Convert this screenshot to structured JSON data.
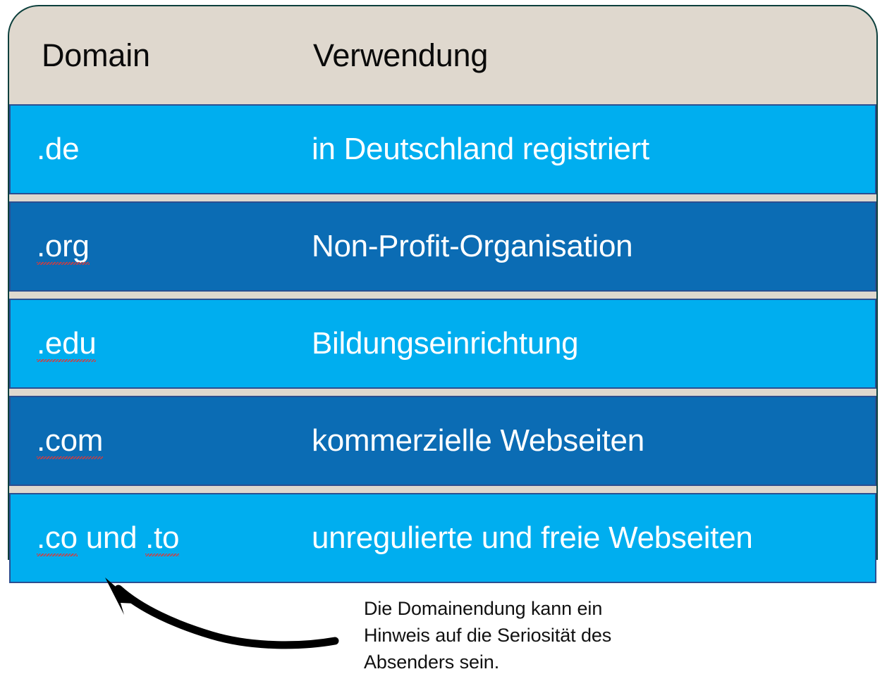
{
  "table": {
    "header": {
      "col_domain": "Domain",
      "col_usage": "Verwendung"
    },
    "rows": [
      {
        "domain": ".de",
        "usage": "in Deutschland registriert",
        "style": "light",
        "misspelled": false
      },
      {
        "domain": ".org",
        "usage": "Non-Profit-Organisation",
        "style": "dark",
        "misspelled": true
      },
      {
        "domain": ".edu",
        "usage": "Bildungseinrichtung",
        "style": "light",
        "misspelled": true
      },
      {
        "domain": ".com",
        "usage": "kommerzielle Webseiten",
        "style": "dark",
        "misspelled": true
      },
      {
        "domain": ".co und .to",
        "usage": "unregulierte und freie Webseiten",
        "style": "light",
        "misspelled": true
      }
    ],
    "last_row_parts": {
      "part1": ".co",
      "part2": " und ",
      "part3": ".to"
    }
  },
  "annotation": {
    "arrow_icon": "curved-arrow-up-left-icon",
    "caption_line1": "Die Domainendung kann ein",
    "caption_line2": "Hinweis auf die Seriosität des",
    "caption_line3": "Absenders sein."
  },
  "colors": {
    "header_bg": "#DFD8CE",
    "header_border": "#0C3F3C",
    "row_light": "#00AEEF",
    "row_dark": "#0B6CB4",
    "row_border": "#2B4F91",
    "text_light": "#FFFFFF",
    "text_dark": "#0A0A0A",
    "spellcheck": "#D93A3A",
    "page_bg": "#FFFFFF"
  }
}
